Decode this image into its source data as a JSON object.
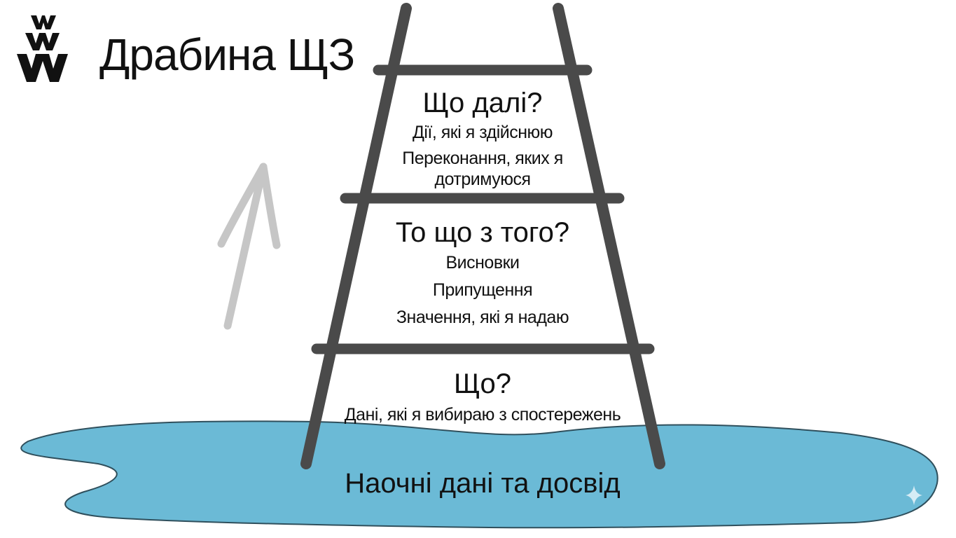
{
  "title": "Драбина ЩЗ",
  "colors": {
    "ladder": "#4a4a4a",
    "puddle_fill": "#6bbad6",
    "puddle_edge": "#2f4f5c",
    "arrow": "#c6c6c6",
    "text": "#111111"
  },
  "icons": {
    "logo": "three-stacked-w-logo",
    "arrow": "up-arrow-icon",
    "sparkle": "sparkle-icon"
  },
  "rungs": [
    {
      "heading": "Що далі?",
      "lines": [
        "Дії, які я здійснюю",
        "Переконання, яких я",
        "дотримуюся"
      ]
    },
    {
      "heading": "То що з того?",
      "lines": [
        "Висновки",
        "Припущення",
        "Значення, які я надаю"
      ]
    },
    {
      "heading": "Що?",
      "lines": [
        "Дані, які я вибираю з спостережень"
      ]
    }
  ],
  "base_label": "Наочні дані та досвід"
}
